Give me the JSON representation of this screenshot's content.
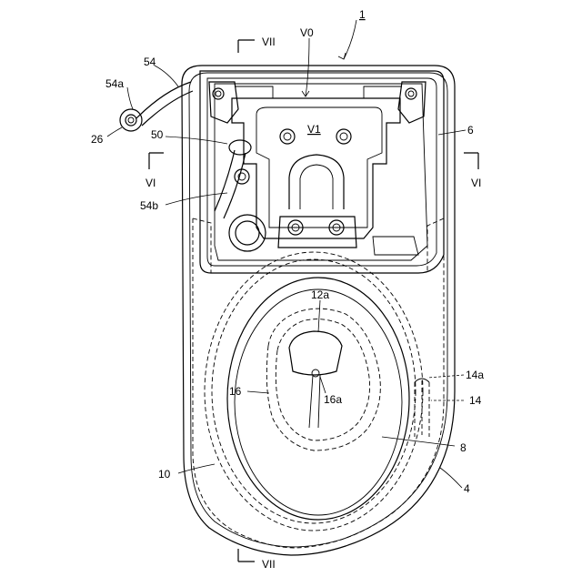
{
  "labels": {
    "l1": "1",
    "v0": "V0",
    "v1": "V1",
    "sec_vii_top": "VII",
    "sec_vii_bottom": "VII",
    "sec_vi_left": "VI",
    "sec_vi_right": "VI",
    "l54": "54",
    "l54a": "54a",
    "l26": "26",
    "l50": "50",
    "l54b": "54b",
    "l6": "6",
    "l12a": "12a",
    "l14a": "14a",
    "l14": "14",
    "l16": "16",
    "l16a": "16a",
    "l8": "8",
    "l10": "10",
    "l4": "4"
  }
}
